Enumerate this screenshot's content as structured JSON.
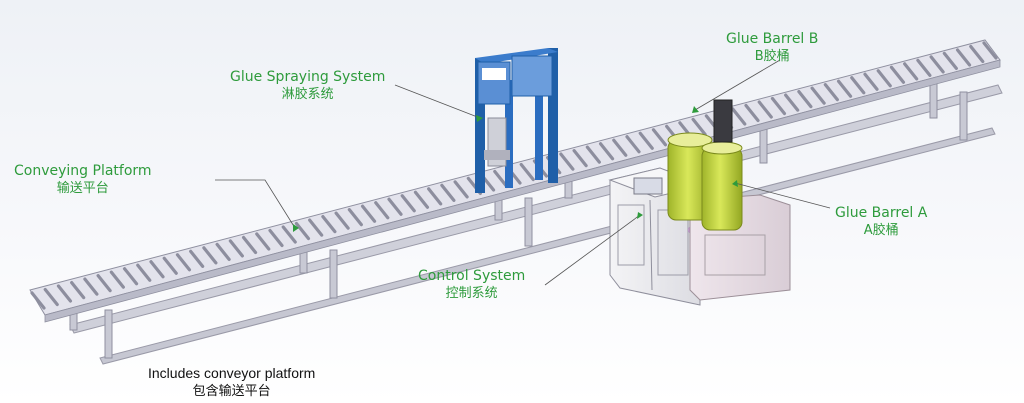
{
  "labels": {
    "glue_spraying": {
      "en": "Glue Spraying System",
      "zh": "淋胶系统"
    },
    "glue_barrel_b": {
      "en": "Glue Barrel B",
      "zh": "B胶桶"
    },
    "conveying_platform": {
      "en": "Conveying Platform",
      "zh": "输送平台"
    },
    "glue_barrel_a": {
      "en": "Glue Barrel A",
      "zh": "A胶桶"
    },
    "control_system": {
      "en": "Control System",
      "zh": "控制系统"
    }
  },
  "caption": {
    "en": "Includes conveyor platform",
    "zh": "包含输送平台"
  },
  "colors": {
    "label_green": "#2e9b3c",
    "frame_blue": "#1f5fa8",
    "barrel_yellow": "#c6d83a",
    "cabinet_pink": "#ece3ea"
  }
}
